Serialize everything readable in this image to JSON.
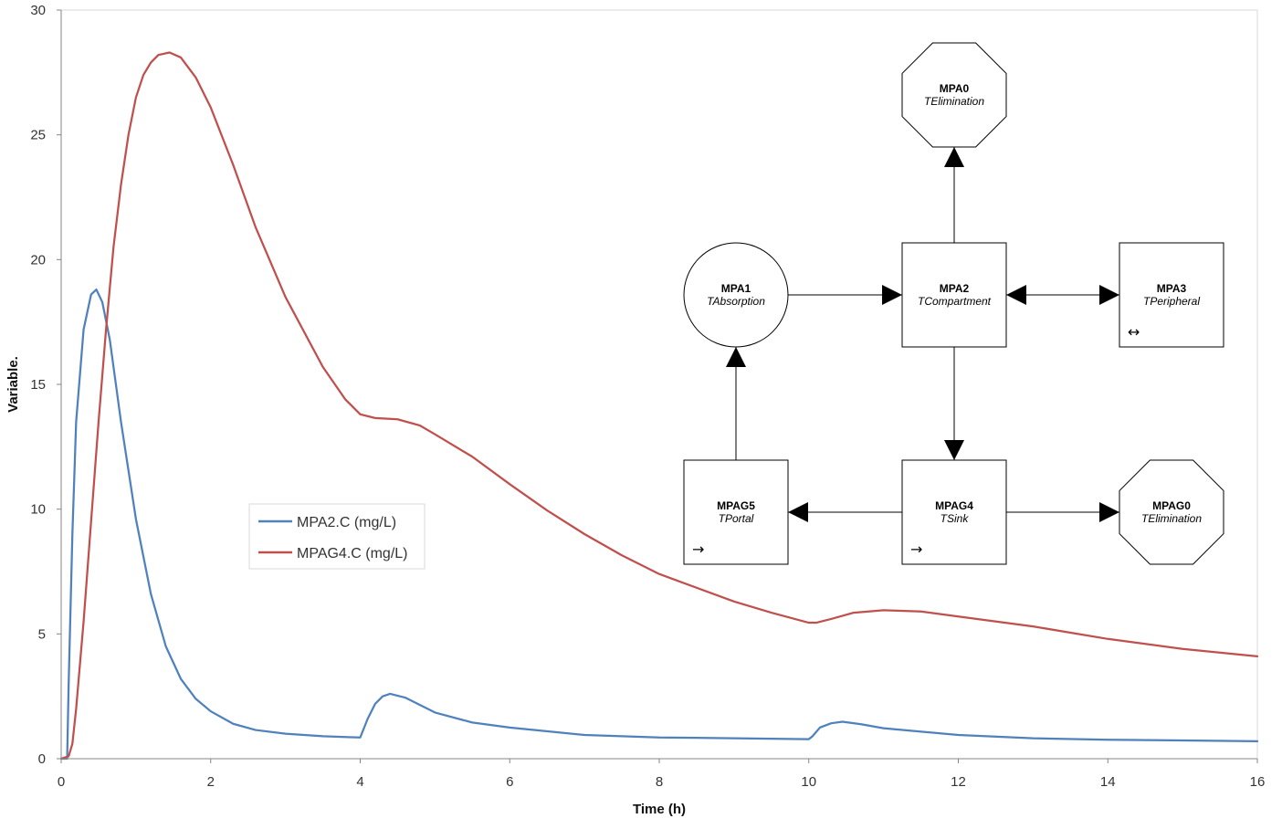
{
  "chart_data": {
    "type": "line",
    "xlabel": "Time (h)",
    "ylabel": "Variable.",
    "xlim": [
      0,
      16
    ],
    "ylim": [
      0,
      30
    ],
    "xticks": [
      "0",
      "2",
      "4",
      "6",
      "8",
      "10",
      "12",
      "14",
      "16"
    ],
    "yticks": [
      "0",
      "5",
      "10",
      "15",
      "20",
      "25",
      "30"
    ],
    "grid": false,
    "legend": "center-left",
    "series": [
      {
        "name": "MPA2.C (mg/L)",
        "color": "#4f81bd",
        "x": [
          0,
          0.08,
          0.1,
          0.15,
          0.2,
          0.3,
          0.4,
          0.47,
          0.55,
          0.65,
          0.8,
          1.0,
          1.2,
          1.4,
          1.6,
          1.8,
          2.0,
          2.3,
          2.6,
          3.0,
          3.5,
          3.8,
          4.0,
          4.1,
          4.2,
          4.3,
          4.4,
          4.6,
          5.0,
          5.5,
          6.0,
          7.0,
          8.0,
          9.0,
          10.0,
          10.05,
          10.15,
          10.3,
          10.45,
          10.7,
          11.0,
          12.0,
          13.0,
          14.0,
          15.0,
          16.0
        ],
        "y": [
          0,
          0,
          3,
          9,
          13.5,
          17.2,
          18.6,
          18.8,
          18.3,
          16.8,
          13.5,
          9.6,
          6.6,
          4.5,
          3.2,
          2.4,
          1.9,
          1.4,
          1.15,
          1.0,
          0.9,
          0.87,
          0.85,
          1.6,
          2.2,
          2.5,
          2.6,
          2.45,
          1.85,
          1.45,
          1.25,
          0.95,
          0.85,
          0.82,
          0.78,
          0.9,
          1.25,
          1.42,
          1.48,
          1.38,
          1.22,
          0.95,
          0.82,
          0.76,
          0.73,
          0.7
        ]
      },
      {
        "name": "MPAG4.C (mg/L)",
        "color": "#c0504d",
        "x": [
          0,
          0.1,
          0.15,
          0.2,
          0.3,
          0.4,
          0.5,
          0.6,
          0.7,
          0.8,
          0.9,
          1.0,
          1.1,
          1.2,
          1.3,
          1.45,
          1.6,
          1.8,
          2.0,
          2.3,
          2.6,
          3.0,
          3.5,
          3.8,
          4.0,
          4.2,
          4.5,
          4.8,
          5.0,
          5.5,
          6.0,
          6.5,
          7.0,
          7.5,
          8.0,
          9.0,
          9.5,
          10.0,
          10.1,
          10.3,
          10.6,
          11.0,
          11.5,
          12.0,
          13.0,
          14.0,
          15.0,
          16.0
        ],
        "y": [
          0,
          0.1,
          0.6,
          2,
          5.5,
          9.5,
          13.5,
          17.2,
          20.5,
          23,
          25,
          26.5,
          27.4,
          27.9,
          28.2,
          28.3,
          28.1,
          27.3,
          26.1,
          23.8,
          21.3,
          18.5,
          15.7,
          14.4,
          13.8,
          13.65,
          13.6,
          13.35,
          13.0,
          12.1,
          11.0,
          9.95,
          9.0,
          8.15,
          7.4,
          6.3,
          5.85,
          5.45,
          5.45,
          5.6,
          5.85,
          5.95,
          5.9,
          5.7,
          5.3,
          4.8,
          4.4,
          4.1
        ]
      }
    ]
  },
  "diagram": {
    "nodes": [
      {
        "id": "MPA0",
        "name": "MPA0",
        "type": "TElimination",
        "shape": "octagon"
      },
      {
        "id": "MPA1",
        "name": "MPA1",
        "type": "TAbsorption",
        "shape": "circle"
      },
      {
        "id": "MPA2",
        "name": "MPA2",
        "type": "TCompartment",
        "shape": "square"
      },
      {
        "id": "MPA3",
        "name": "MPA3",
        "type": "TPeripheral",
        "shape": "square",
        "glyph": "↔"
      },
      {
        "id": "MPAG5",
        "name": "MPAG5",
        "type": "TPortal",
        "shape": "square",
        "glyph": "→"
      },
      {
        "id": "MPAG4",
        "name": "MPAG4",
        "type": "TSink",
        "shape": "square",
        "glyph": "→"
      },
      {
        "id": "MPAG0",
        "name": "MPAG0",
        "type": "TElimination",
        "shape": "octagon"
      }
    ],
    "edges": [
      {
        "from": "MPA1",
        "to": "MPA2",
        "direction": "forward"
      },
      {
        "from": "MPA2",
        "to": "MPA0",
        "direction": "forward"
      },
      {
        "from": "MPA2",
        "to": "MPA3",
        "direction": "both"
      },
      {
        "from": "MPA2",
        "to": "MPAG4",
        "direction": "forward"
      },
      {
        "from": "MPAG4",
        "to": "MPAG5",
        "direction": "forward"
      },
      {
        "from": "MPAG4",
        "to": "MPAG0",
        "direction": "forward"
      },
      {
        "from": "MPAG5",
        "to": "MPA1",
        "direction": "forward"
      }
    ]
  }
}
